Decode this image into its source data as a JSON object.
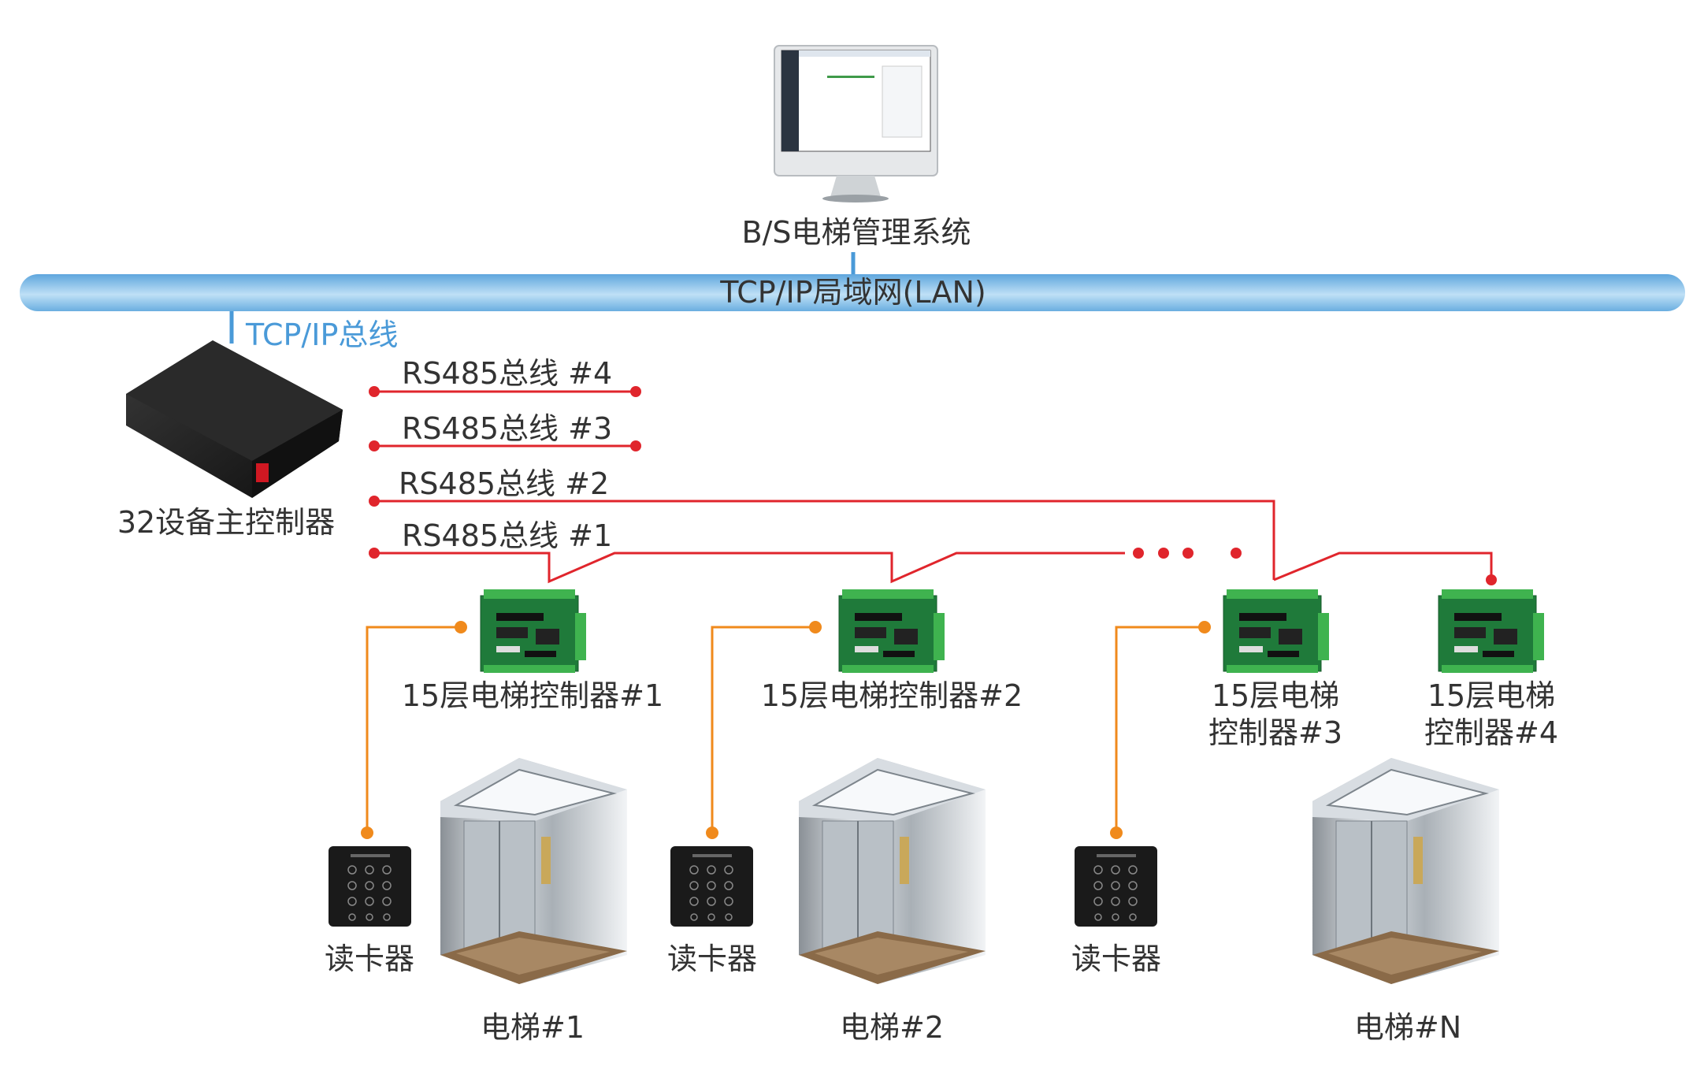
{
  "management_system": {
    "label": "B/S电梯管理系统"
  },
  "lan": {
    "label": "TCP/IP局域网(LAN)"
  },
  "tcpip_bus": {
    "label": "TCP/IP总线"
  },
  "main_controller": {
    "label": "32设备主控制器"
  },
  "rs485_buses": [
    {
      "label": "RS485总线 #4"
    },
    {
      "label": "RS485总线 #3"
    },
    {
      "label": "RS485总线 #2"
    },
    {
      "label": "RS485总线 #1"
    }
  ],
  "elevator_controllers": [
    {
      "label": "15层电梯控制器#1"
    },
    {
      "label": "15层电梯控制器#2"
    },
    {
      "label_line1": "15层电梯",
      "label_line2": "控制器#3"
    },
    {
      "label_line1": "15层电梯",
      "label_line2": "控制器#4"
    }
  ],
  "card_readers": [
    {
      "label": "读卡器"
    },
    {
      "label": "读卡器"
    },
    {
      "label": "读卡器"
    }
  ],
  "elevators": [
    {
      "label": "电梯#1"
    },
    {
      "label": "电梯#2"
    },
    {
      "label": "电梯#N"
    }
  ],
  "colors": {
    "lan_pipe": "#7fbde9",
    "tcpip": "#4a9ad8",
    "rs485": "#e0252c",
    "reader_link": "#f08a1c",
    "text": "#333333"
  }
}
